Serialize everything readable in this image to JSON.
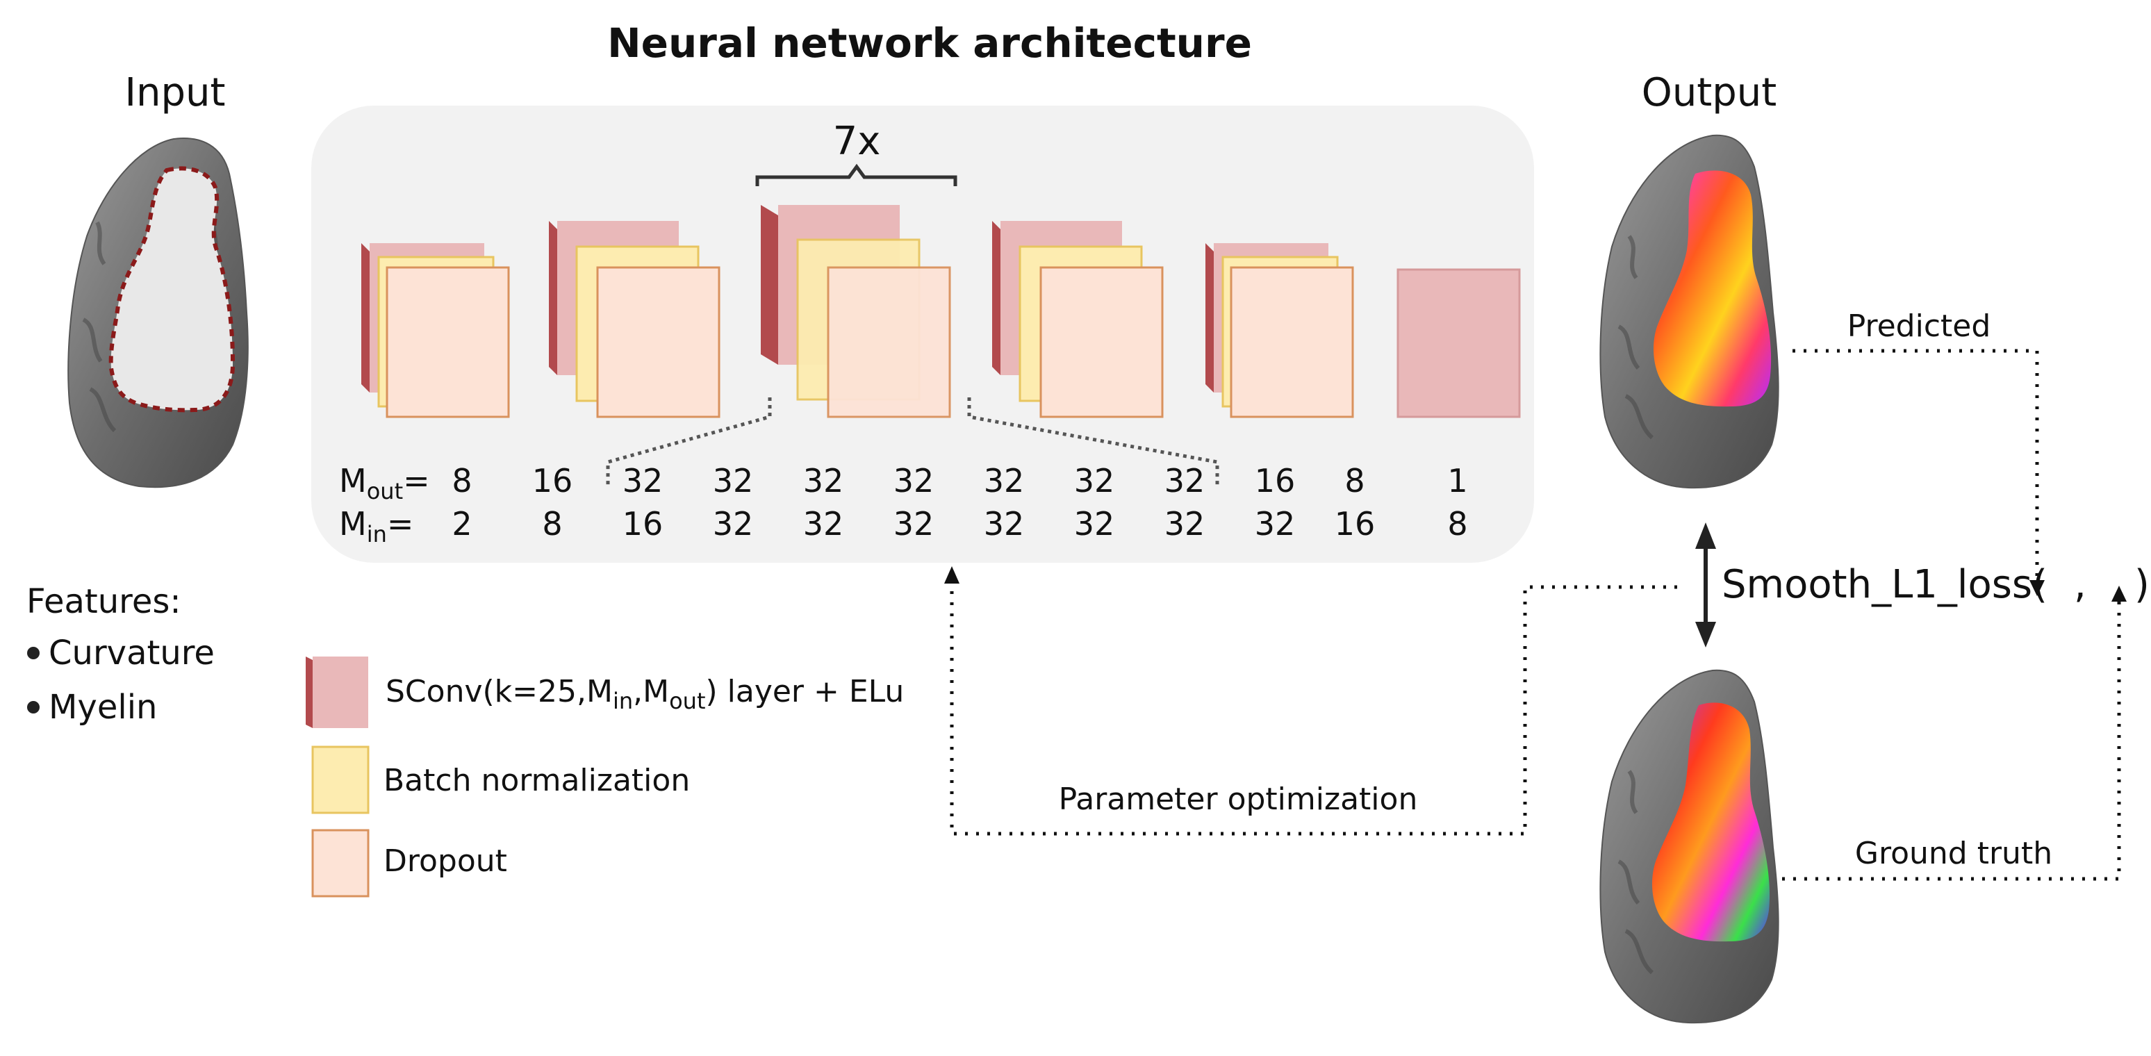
{
  "title": "Neural network architecture",
  "input_label": "Input",
  "output_label": "Output",
  "repeat_label": "7x",
  "features": {
    "heading": "Features:",
    "items": [
      "Curvature",
      "Myelin"
    ]
  },
  "m_out": {
    "main": "M",
    "sub": "out",
    "eq": "=",
    "values": [
      "8",
      "16",
      "32",
      "32",
      "32",
      "32",
      "32",
      "32",
      "32",
      "16",
      "8",
      "1"
    ]
  },
  "m_in": {
    "main": "M",
    "sub": "in",
    "eq": "=",
    "values": [
      "2",
      "8",
      "16",
      "32",
      "32",
      "32",
      "32",
      "32",
      "32",
      "32",
      "16",
      "8"
    ]
  },
  "legend": {
    "sconv": {
      "prefix": "SConv(k=25,M",
      "sub1": "in",
      "mid": ",M",
      "sub2": "out",
      "suffix": ") layer + ELu"
    },
    "batchnorm": "Batch normalization",
    "dropout": "Dropout"
  },
  "loss": {
    "text": "Smooth_L1_loss(",
    "comma": ",",
    "close": ")"
  },
  "predicted_label": "Predicted",
  "ground_truth_label": "Ground truth",
  "param_opt_label": "Parameter optimization",
  "colors": {
    "panel": "#f2f2f2",
    "conv_face": "#e9b8b9",
    "conv_side": "#b24a4d",
    "bn_face": "#fdecb0",
    "bn_edge": "#e8c560",
    "drop_face": "#fde3d6",
    "drop_edge": "#d9925d",
    "dashed_outline": "#8b1a1a"
  }
}
